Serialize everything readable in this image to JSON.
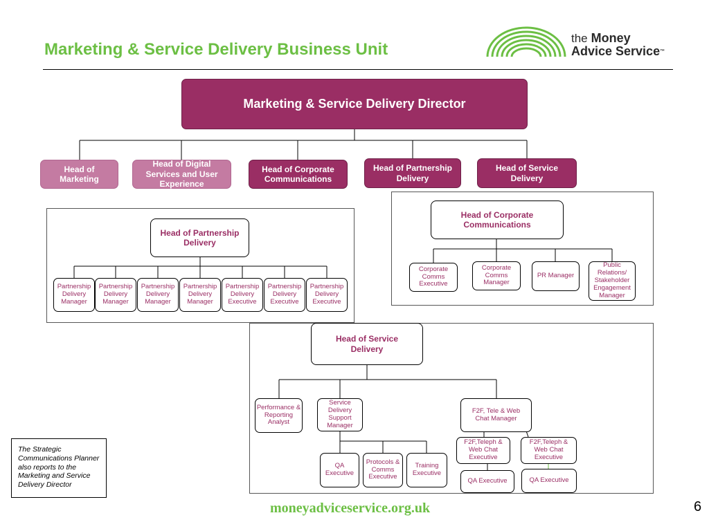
{
  "header": {
    "title": "Marketing & Service Delivery Business Unit",
    "logo": {
      "line1_small": "the",
      "line1_bold": "Money",
      "line2": "Advice Service",
      "trademark": "™"
    }
  },
  "org": {
    "director": "Marketing & Service Delivery Director",
    "heads": {
      "marketing": "Head of Marketing",
      "digital": "Head of Digital Services and User Experience",
      "corporate": "Head of Corporate Communications",
      "partnership": "Head of Partnership Delivery",
      "service": "Head of Service Delivery"
    },
    "partnership_panel": {
      "title": "Head of Partnership Delivery",
      "roles": [
        "Partnership Delivery Manager",
        "Partnership Delivery Manager",
        "Partnership Delivery Manager",
        "Partnership Delivery Manager",
        "Partnership Delivery Executive",
        "Partnership Delivery Executive",
        "Partnership Delivery Executive"
      ]
    },
    "corporate_panel": {
      "title": "Head of Corporate Communications",
      "roles": [
        "Corporate Comms Executive",
        "Corporate Comms Manager",
        "PR Manager",
        "Public Relations/ Stakeholder Engagement Manager"
      ]
    },
    "service_panel": {
      "title": "Head of Service Delivery",
      "performance": "Performance & Reporting Analyst",
      "support_manager": "Service Delivery Support Manager",
      "chat_manager": "F2F, Tele & Web Chat Manager",
      "support_team": [
        "QA Executive",
        "Protocols & Comms Executive",
        "Training Executive"
      ],
      "chat_exec_1": "F2F,Teleph & Web Chat Executive",
      "chat_exec_2": "F2F,Teleph & Web Chat Executive",
      "qa_1": "QA Executive",
      "qa_2": "QA Executive"
    }
  },
  "note": "The Strategic Communications Planner also reports to the Marketing and Service Delivery Director",
  "footer": {
    "url": "moneyadviceservice.org.uk",
    "page": "6"
  },
  "colors": {
    "brand_green": "#6cbf44",
    "plum": "#9a2e64",
    "plum_light": "#c47ba2"
  }
}
